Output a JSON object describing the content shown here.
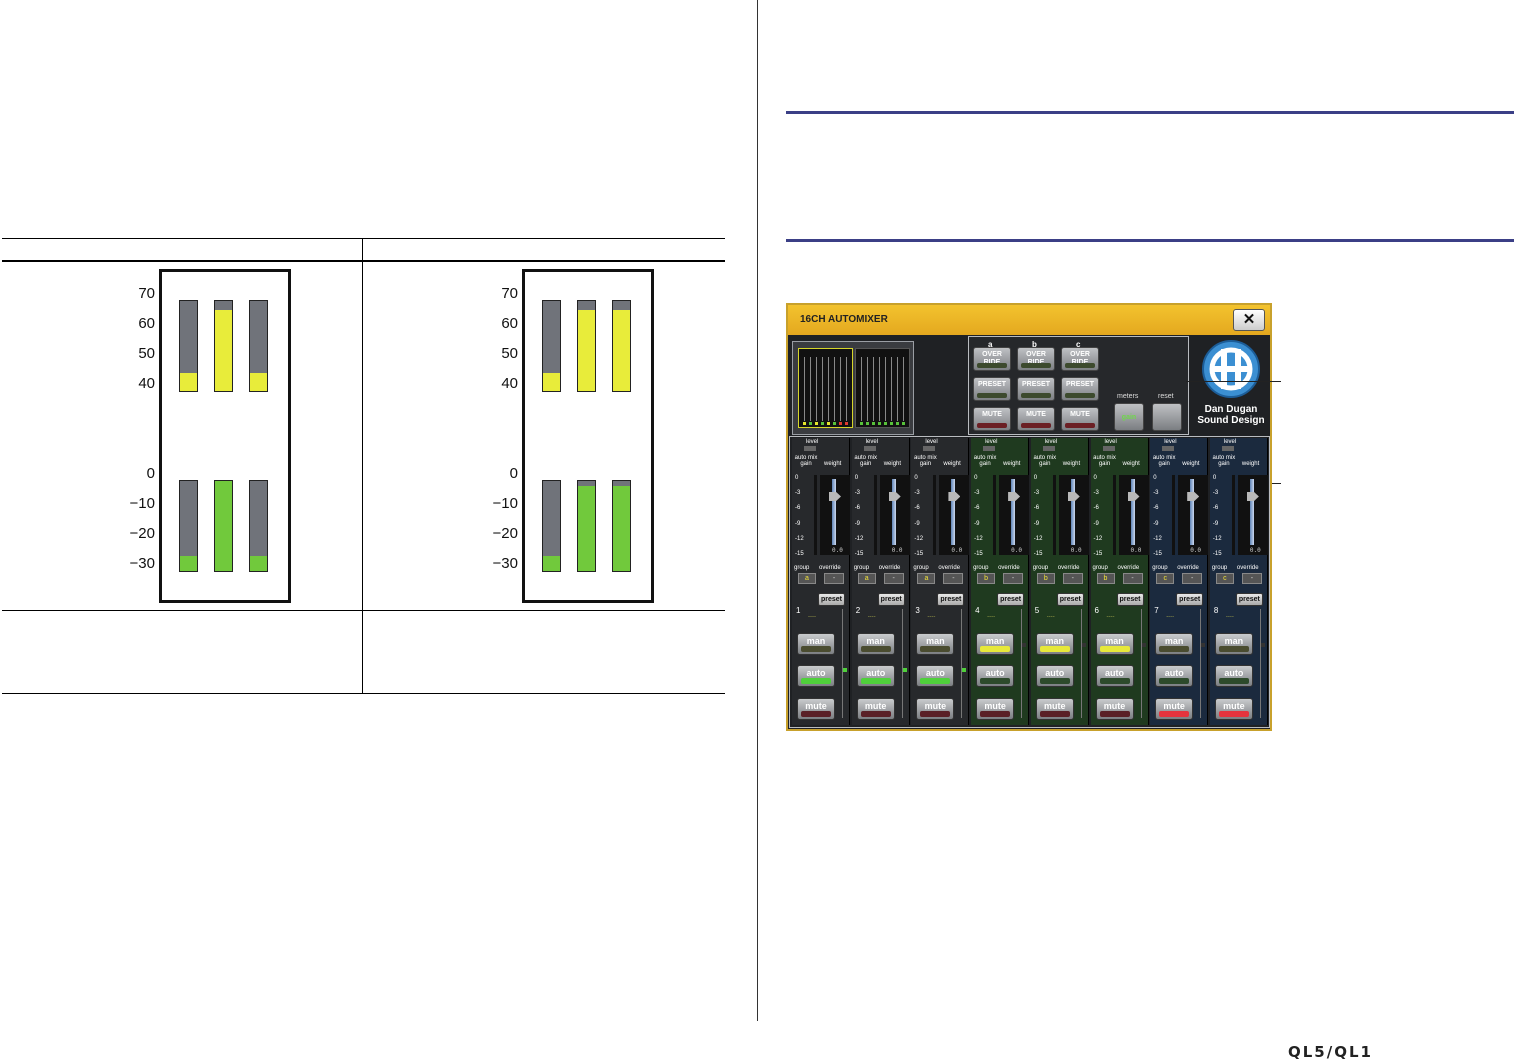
{
  "comparison_table": {
    "left_panel": {
      "scale_top": [
        "70",
        "60",
        "50",
        "40"
      ],
      "scale_bottom": [
        "0",
        "−10",
        "−20",
        "−30"
      ],
      "top_meters": [
        0.2,
        0.9,
        0.2
      ],
      "bottom_meters": [
        0.17,
        1.0,
        0.17
      ]
    },
    "right_panel": {
      "scale_top": [
        "70",
        "60",
        "50",
        "40"
      ],
      "scale_bottom": [
        "0",
        "−10",
        "−20",
        "−30"
      ],
      "top_meters": [
        0.2,
        0.9,
        0.9
      ],
      "bottom_meters": [
        0.17,
        0.94,
        0.94
      ]
    },
    "colors": {
      "yellow": "#e8ec3a",
      "green": "#71c93c",
      "gray": "#70737a"
    }
  },
  "automixer": {
    "title": "16CH AUTOMIXER",
    "close_icon": "close-icon",
    "group_columns": [
      {
        "label": "a",
        "override": "OVER RIDE",
        "preset": "PRESET",
        "mute": "MUTE"
      },
      {
        "label": "b",
        "override": "OVER RIDE",
        "preset": "PRESET",
        "mute": "MUTE"
      },
      {
        "label": "c",
        "override": "OVER RIDE",
        "preset": "PRESET",
        "mute": "MUTE"
      }
    ],
    "meters_label": "meters",
    "gain_label": "gain",
    "reset_label": "reset",
    "logo_line1": "Dan Dugan",
    "logo_line2": "Sound Design",
    "strip_labels": {
      "level": "level",
      "auto_mix_gain": "auto mix gain",
      "weight": "weight",
      "group": "group",
      "override": "override",
      "preset": "preset",
      "man": "man",
      "auto": "auto",
      "mute": "mute",
      "dashes": "----",
      "override_value": "-",
      "weight_value": "0.0"
    },
    "scale": [
      "0",
      "-3",
      "-6",
      "-9",
      "-12",
      "-15"
    ],
    "channels": [
      {
        "number": "1",
        "group": "a",
        "man": false,
        "auto": true,
        "mute": false,
        "bg": "dark"
      },
      {
        "number": "2",
        "group": "a",
        "man": false,
        "auto": true,
        "mute": false,
        "bg": "dark"
      },
      {
        "number": "3",
        "group": "a",
        "man": false,
        "auto": true,
        "mute": false,
        "bg": "dark"
      },
      {
        "number": "4",
        "group": "b",
        "man": true,
        "auto": false,
        "mute": false,
        "bg": "green"
      },
      {
        "number": "5",
        "group": "b",
        "man": true,
        "auto": false,
        "mute": false,
        "bg": "green"
      },
      {
        "number": "6",
        "group": "b",
        "man": true,
        "auto": false,
        "mute": false,
        "bg": "green"
      },
      {
        "number": "7",
        "group": "c",
        "man": false,
        "auto": false,
        "mute": true,
        "bg": "blue"
      },
      {
        "number": "8",
        "group": "c",
        "man": false,
        "auto": false,
        "mute": true,
        "bg": "blue"
      }
    ]
  },
  "footer": {
    "product": "QL5/QL1"
  }
}
